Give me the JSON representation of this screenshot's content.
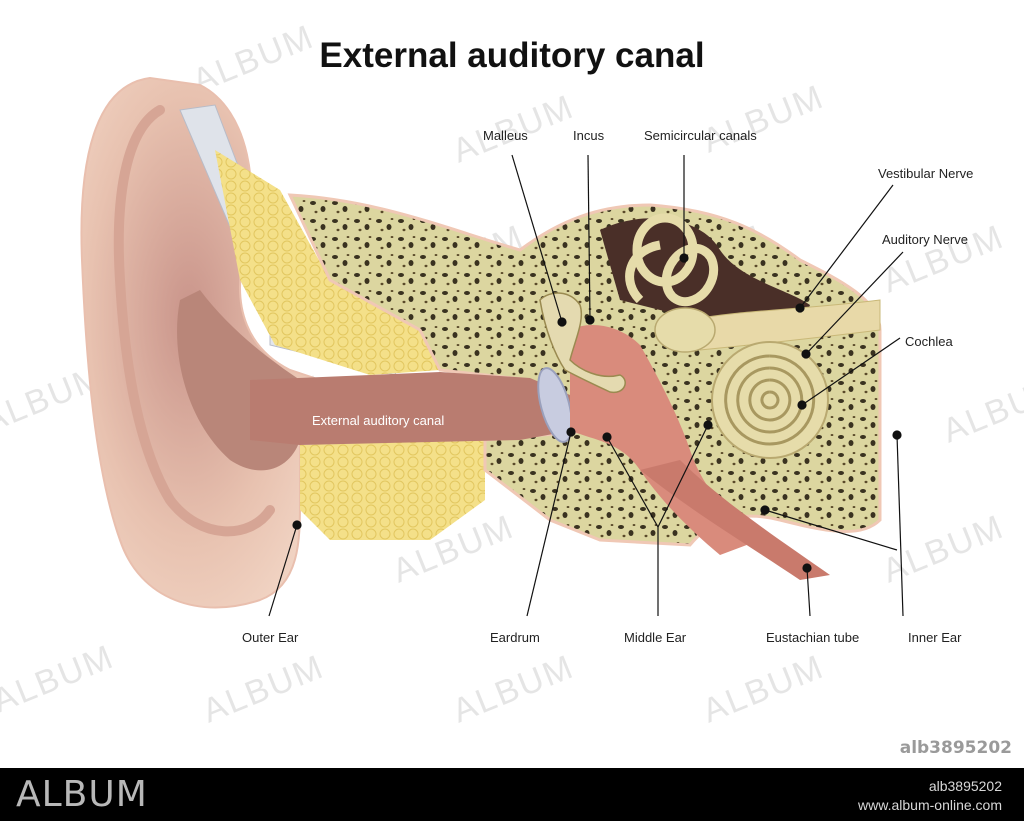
{
  "title": "External auditory canal",
  "labels": {
    "malleus": "Malleus",
    "incus": "Incus",
    "semicircular_canals": "Semicircular canals",
    "vestibular_nerve": "Vestibular Nerve",
    "auditory_nerve": "Auditory Nerve",
    "cochlea": "Cochlea",
    "external_auditory_canal": "External auditory canal",
    "outer_ear": "Outer Ear",
    "eardrum": "Eardrum",
    "middle_ear": "Middle Ear",
    "eustachian_tube": "Eustachian tube",
    "inner_ear": "Inner Ear"
  },
  "watermark": {
    "text": "ALBUM",
    "image_code": "alb3895202"
  },
  "footer": {
    "brand": "ALBUM",
    "image_id": "alb3895202",
    "url": "www.album-online.com"
  },
  "colors": {
    "skin": "#ecc6b2",
    "bone": "#d9d4a0",
    "fat": "#f3e08a",
    "cochlea": "#e6dcaa",
    "canal_interior": "#b97c70",
    "middle_ear": "#d98b7c",
    "footer_bg": "#000000"
  }
}
